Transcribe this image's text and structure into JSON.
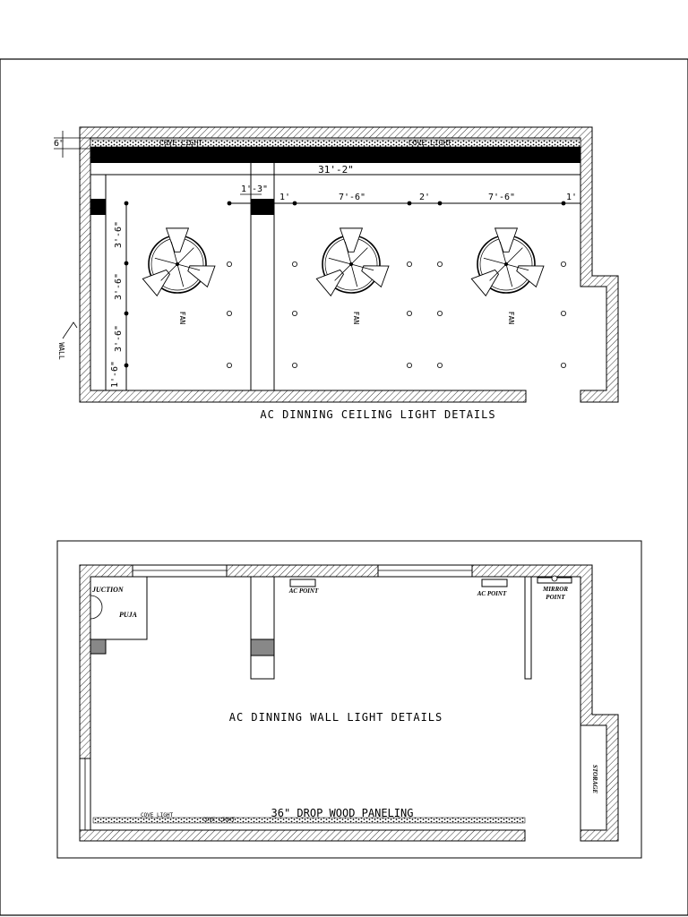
{
  "ceiling_plan": {
    "title": "AC DINNING CEILING LIGHT DETAILS",
    "cove_light_left": "COVE LIGHT",
    "cove_light_right": "COVE LIGHT",
    "dim_overall": "31'-2\"",
    "dim_beam": "1'-3\"",
    "dim_seg1": "1'",
    "dim_seg2": "7'-6\"",
    "dim_seg3": "2'",
    "dim_seg4": "7'-6\"",
    "dim_seg5": "1'",
    "dim_v1": "3'-6\"",
    "dim_v2": "3'-6\"",
    "dim_v3": "3'-6\"",
    "dim_v4": "1'-6\"",
    "dim_top": "6\"",
    "fan_label": "FAN",
    "fan_count": 3,
    "wall_tag": "WALL"
  },
  "wall_plan": {
    "title": "AC DINNING WALL LIGHT DETAILS",
    "junction_label": "JUCTION",
    "puja_label": "PUJA",
    "ac_point_left": "AC POINT",
    "ac_point_right": "AC POINT",
    "mirror_point_line1": "MIRROR",
    "mirror_point_line2": "POINT",
    "storage_label": "STORAGE",
    "paneling_label": "36\" DROP WOOD PANELING",
    "cove_light_small1": "COVE LIGHT",
    "cove_light_small2": "COVE LIGHT"
  }
}
